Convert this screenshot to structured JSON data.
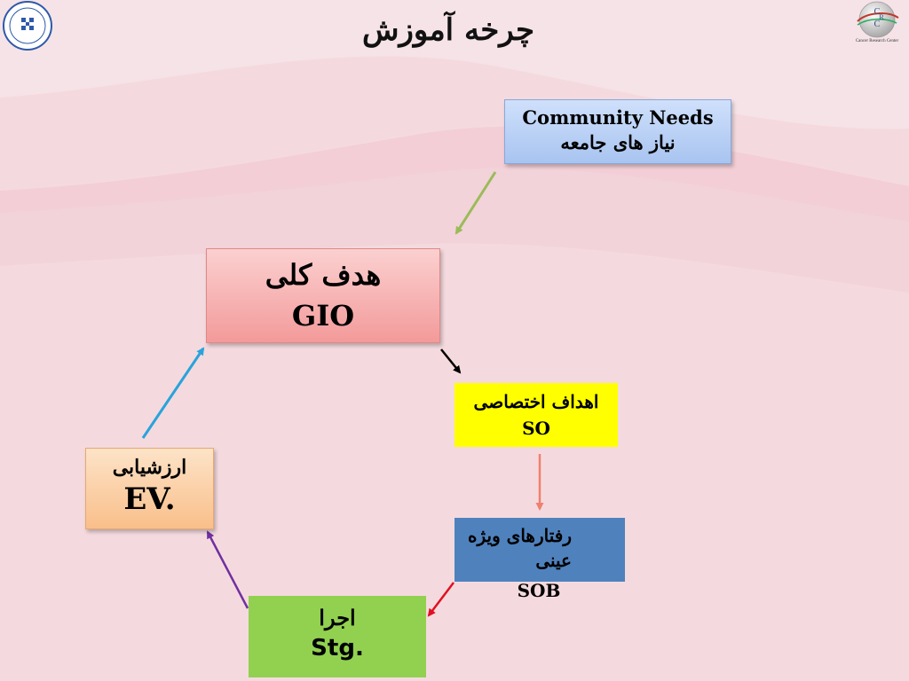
{
  "slide": {
    "title": "چرخه آموزش"
  },
  "logos": {
    "left": {
      "icon": "university-seal-icon"
    },
    "right": {
      "icon": "crc-globe-icon",
      "caption": "Cancer Research Center"
    }
  },
  "colors": {
    "needs_box": "#a8c4f0",
    "gio_box": "#f39a9a",
    "so_box": "#ffff00",
    "sob_box": "#4f81bd",
    "ev_box": "#f9bf8a",
    "stg_box": "#92d050",
    "arrow_needs_to_gio": "#9bbb59",
    "arrow_gio_to_so": "#000000",
    "arrow_so_to_sob": "#f08070",
    "arrow_sob_to_stg": "#e01020",
    "arrow_stg_to_ev": "#7030a0",
    "arrow_ev_to_gio": "#29a3dc"
  },
  "nodes": {
    "community_needs": {
      "en": "Community Needs",
      "fa": "نیاز های جامعه"
    },
    "gio": {
      "fa": "هدف کلی",
      "en": "GIO"
    },
    "so": {
      "fa": "اهداف اختصاصی",
      "en": "SO"
    },
    "sob": {
      "fa_line1": "رفتارهای ویژه",
      "fa_line2": "عینی",
      "en": "SOB"
    },
    "ev": {
      "fa": "ارزشیابی",
      "en": "EV."
    },
    "stg": {
      "fa": "اجرا",
      "en": "Stg."
    }
  }
}
